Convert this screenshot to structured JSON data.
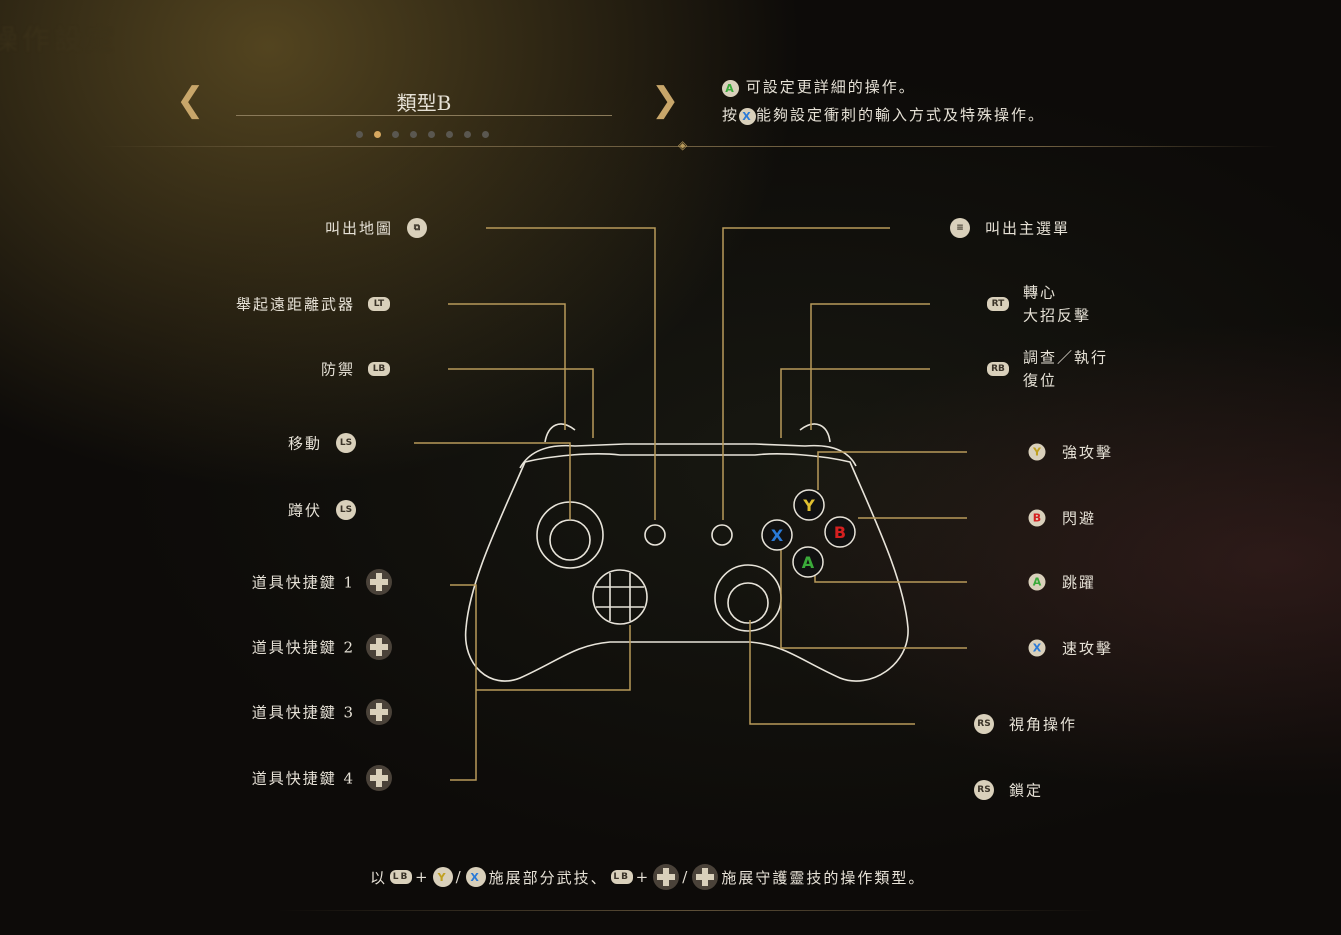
{
  "header": {
    "screen_title": "操作設定",
    "type_label": "類型B",
    "page_count": 8,
    "active_page": 2,
    "hint_a": "可設定更詳細的操作。",
    "hint_x_prefix": "按",
    "hint_x": "能夠設定衝刺的輸入方式及特殊操作。"
  },
  "left": [
    {
      "label": "叫出地圖",
      "icon": "view-button-icon",
      "glyph": "⧉"
    },
    {
      "label": "舉起遠距離武器",
      "icon": "lt-icon",
      "glyph": "LT"
    },
    {
      "label": "防禦",
      "icon": "lb-icon",
      "glyph": "LB"
    },
    {
      "label": "移動",
      "icon": "ls-icon",
      "glyph": "LS"
    },
    {
      "label": "蹲伏",
      "icon": "ls-click-icon",
      "glyph": "LS"
    },
    {
      "label": "道具快捷鍵 1",
      "icon": "dpad-up-icon"
    },
    {
      "label": "道具快捷鍵 2",
      "icon": "dpad-left-icon"
    },
    {
      "label": "道具快捷鍵 3",
      "icon": "dpad-right-icon"
    },
    {
      "label": "道具快捷鍵 4",
      "icon": "dpad-down-icon"
    }
  ],
  "right": [
    {
      "label": "叫出主選單",
      "icon": "menu-button-icon",
      "glyph": "≡"
    },
    {
      "label": "轉心",
      "label2": "大招反擊",
      "icon": "rt-icon",
      "glyph": "RT"
    },
    {
      "label": "調查／執行",
      "label2": "復位",
      "icon": "rb-icon",
      "glyph": "RB"
    },
    {
      "label": "強攻擊",
      "icon": "y-button-icon",
      "glyph": "Y"
    },
    {
      "label": "閃避",
      "icon": "b-button-icon",
      "glyph": "B"
    },
    {
      "label": "跳躍",
      "icon": "a-button-icon",
      "glyph": "A"
    },
    {
      "label": "速攻擊",
      "icon": "x-button-icon",
      "glyph": "X"
    },
    {
      "label": "視角操作",
      "icon": "rs-icon",
      "glyph": "RS"
    },
    {
      "label": "鎖定",
      "icon": "rs-click-icon",
      "glyph": "RS"
    }
  ],
  "footer": {
    "p1": "以",
    "plus": "+",
    "slash": "/",
    "p2": "施展部分武技、",
    "p3": "施展守護靈技的操作類型。",
    "lb": "LB",
    "y": "Y",
    "x": "X"
  },
  "colors": {
    "gold": "#b89a5a",
    "y": "#e0c030",
    "b": "#d42020",
    "a": "#3aaa3a",
    "x": "#2a7ad8"
  }
}
